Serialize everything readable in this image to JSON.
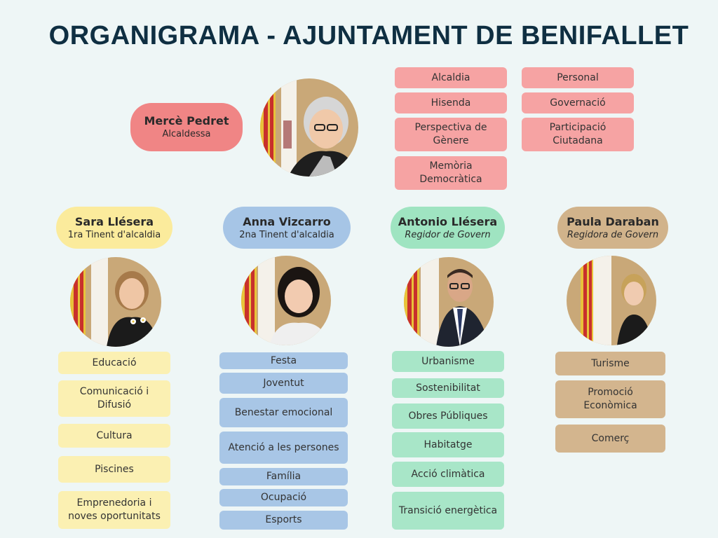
{
  "title": "ORGANIGRAMA - AJUNTAMENT DE BENIFALLET",
  "mayor": {
    "name": "Mercè Pedret",
    "role": "Alcaldessa",
    "areas_left": [
      "Alcaldia",
      "Hisenda",
      "Perspectiva de Gènere",
      "Memòria Democràtica"
    ],
    "areas_right": [
      "Personal",
      "Governació",
      "Participació Ciutadana"
    ]
  },
  "members": [
    {
      "name": "Sara Llésera",
      "role": "1ra Tinent d'alcaldia",
      "areas": [
        "Educació",
        "Comunicació i Difusió",
        "Cultura",
        "Piscines",
        "Emprenedoria i noves oportunitats"
      ]
    },
    {
      "name": "Anna Vizcarro",
      "role": "2na Tinent d'alcaldia",
      "areas": [
        "Festa",
        "Joventut",
        "Benestar emocional",
        "Atenció a les persones",
        "Família",
        "Ocupació",
        "Esports"
      ]
    },
    {
      "name": "Antonio Llésera",
      "role": "Regidor de Govern",
      "areas": [
        "Urbanisme",
        "Sostenibilitat",
        "Obres Públiques",
        "Habitatge",
        "Acció climàtica",
        "Transició energètica"
      ]
    },
    {
      "name": "Paula Daraban",
      "role": "Regidora de Govern",
      "areas": [
        "Turisme",
        "Promoció Econòmica",
        "Comerç"
      ]
    }
  ],
  "colors": {
    "mayor": "#f08585",
    "sara": "#fbeb9c",
    "anna": "#a6c5e6",
    "antonio": "#9fe4c1",
    "paula": "#d1b38b",
    "title": "#0f2f42"
  }
}
